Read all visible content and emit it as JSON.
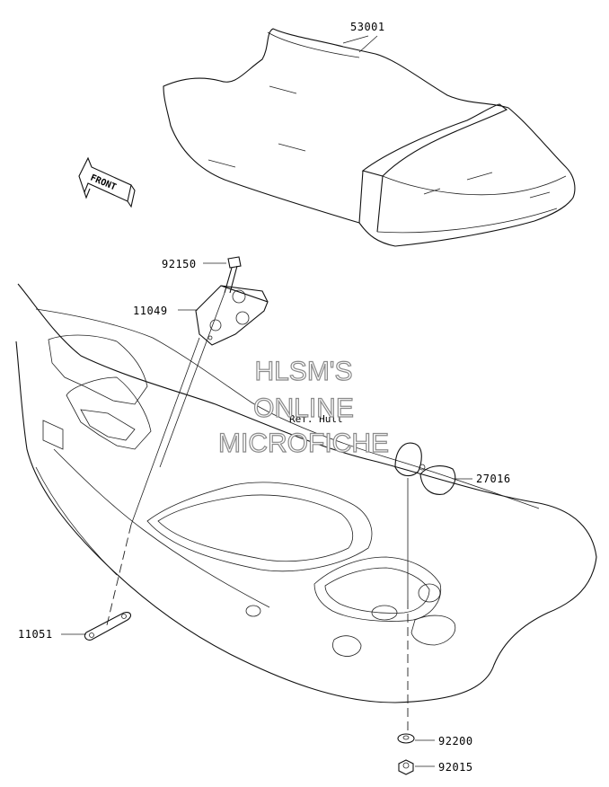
{
  "parts": {
    "seat": "53001",
    "bracket_bolt": "92150",
    "bracket": "11049",
    "cap": "27016",
    "strap": "11051",
    "washer": "92200",
    "nut": "92015"
  },
  "ref_label": "Ref. Hull",
  "front_label": "FRONT",
  "watermark": {
    "line1": "HLSM'S",
    "line2": "ONLINE",
    "line3": "MICROFICHE"
  }
}
